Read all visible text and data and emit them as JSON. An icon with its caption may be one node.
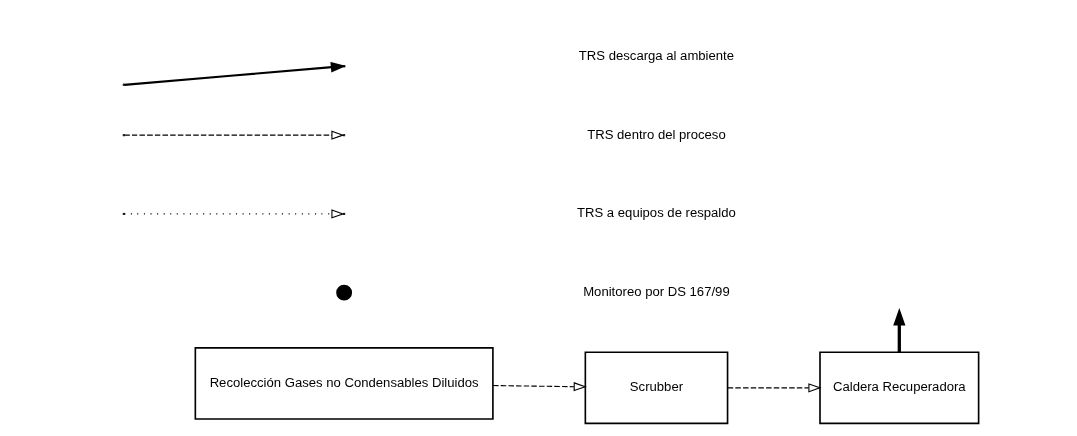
{
  "diagram": {
    "nodes": [
      {
        "text": [
          "Recolección Gases no Condensables Diluidos"
        ]
      },
      {
        "text": [
          "Scrubber"
        ]
      },
      {
        "text": [
          "Caldera Recuperadora"
        ]
      }
    ],
    "edges": [
      {
        "from": 0,
        "to": 1,
        "arrow": "to",
        "style": "dashed"
      },
      {
        "from": 1,
        "to": 2,
        "arrow": "to",
        "style": "dashed"
      },
      {
        "from": 2,
        "to": null,
        "arrow": "to",
        "style": "thick"
      }
    ],
    "legend": [
      {
        "text": "TRS descarga al ambiente"
      },
      {
        "text": "TRS dentro del proceso"
      },
      {
        "text": "TRS a equipos de respaldo"
      },
      {
        "text": "Monitoreo por DS 167/99",
        "color": "#000000"
      }
    ]
  }
}
